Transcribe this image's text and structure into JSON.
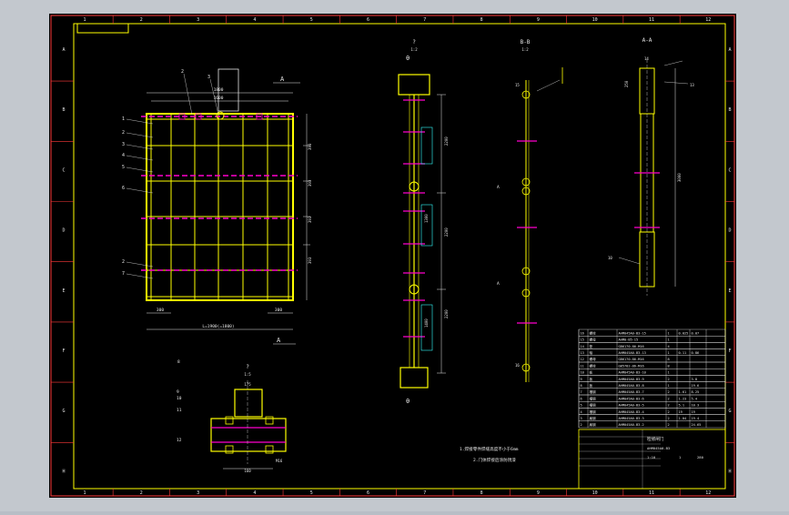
{
  "colors": {
    "frame_bg": "#c3c8ce",
    "paper": "#000000",
    "border": "#ffff00",
    "border_outer": "#ff3b3b",
    "beam": "#ffff00",
    "grid": "#ffff00",
    "rib": "#ff00cc",
    "dim": "#e6e6e6",
    "white": "#ffffff",
    "cyan": "#33ffff",
    "green": "#00ff66"
  },
  "grid_columns": [
    "1",
    "2",
    "3",
    "4",
    "5",
    "6",
    "7",
    "8",
    "9",
    "10",
    "11",
    "12"
  ],
  "grid_rows": [
    "A",
    "B",
    "C",
    "D",
    "E",
    "F",
    "G",
    "H"
  ],
  "front_view": {
    "section_mark_top": "A",
    "section_mark_bottom": "A",
    "callouts": [
      "1",
      "2",
      "3",
      "4",
      "5",
      "6",
      "2",
      "7",
      "2",
      "3"
    ],
    "top_dims": [
      "1800",
      "1600"
    ],
    "bottom_dims": [
      "300",
      "300"
    ],
    "overall_width": "L=1900(=1800)",
    "right_dims": [
      "393",
      "393",
      "393",
      "393"
    ]
  },
  "side_view": {
    "title": "?",
    "scale": "1:2",
    "section_mark_top": "θ",
    "section_mark_bottom": "θ",
    "dims": [
      "2200",
      "2200",
      "2200",
      "1300",
      "1400"
    ]
  },
  "section_bb": {
    "title": "B-B",
    "scale": "1:2",
    "callouts": [
      "15",
      "16"
    ]
  },
  "section_aa": {
    "title": "A-A",
    "callouts": [
      "14",
      "13",
      "10"
    ],
    "dims": [
      "3000",
      "250"
    ]
  },
  "detail_view": {
    "title": "?",
    "scale": "1:5",
    "callouts": [
      "8",
      "9",
      "10",
      "11",
      "12"
    ],
    "dims": [
      "175",
      "160",
      "M16"
    ]
  },
  "notes": {
    "line1": "1.焊接零件焊缝高度不小于6mm",
    "line2": "2.门体焊接后涂防锈漆"
  },
  "parts_table": {
    "rows": [
      [
        "16",
        "螺栓",
        "AHM045A0-B3-15",
        "1",
        "0.025",
        "0.07"
      ],
      [
        "15",
        "螺母",
        "AHM0-B5-15",
        "1",
        "",
        ""
      ],
      [
        "14",
        "垫",
        "GB6170-86-M16",
        "4",
        "",
        ""
      ],
      [
        "13",
        "轴",
        "AHM045A0-B3-13",
        "1",
        "0.11",
        "0.86"
      ],
      [
        "12",
        "螺母",
        "GB6170-86-M16",
        "8",
        "",
        ""
      ],
      [
        "11",
        "螺栓",
        "GB5782-86-M16",
        "8",
        "",
        ""
      ],
      [
        "10",
        "板",
        "AHM045A0-B3-10",
        "1",
        "",
        ""
      ],
      [
        "9",
        "板",
        "AHM045A0-B3-9",
        "2",
        "",
        "3.8"
      ],
      [
        "8",
        "板",
        "AHM045A0-B3-8",
        "1",
        "",
        "19.6"
      ],
      [
        "7",
        "槽钢",
        "AHM045A0-B3-7",
        "2",
        "1.61",
        "8.25"
      ],
      [
        "6",
        "槽钢",
        "AHM045A0-B3-6",
        "2",
        "1.23",
        "5.4"
      ],
      [
        "5",
        "槽钢",
        "AHM045A0-B3-5",
        "2",
        "5.1",
        "10.3"
      ],
      [
        "4",
        "槽钢",
        "AHM045A0-B3-4",
        "2",
        "19",
        "19"
      ],
      [
        "3",
        "扁钢",
        "AHM045A0-B3-3",
        "2",
        "1.04",
        "19.4"
      ],
      [
        "2",
        "扁钢",
        "AHM045A0-B3-2",
        "2",
        "",
        "24.65"
      ]
    ],
    "title_block": {
      "drawing_no": "AHM045A0-B3",
      "name": "检修闸门",
      "scale": "1:10",
      "sheet": "1",
      "weight": "280"
    }
  }
}
